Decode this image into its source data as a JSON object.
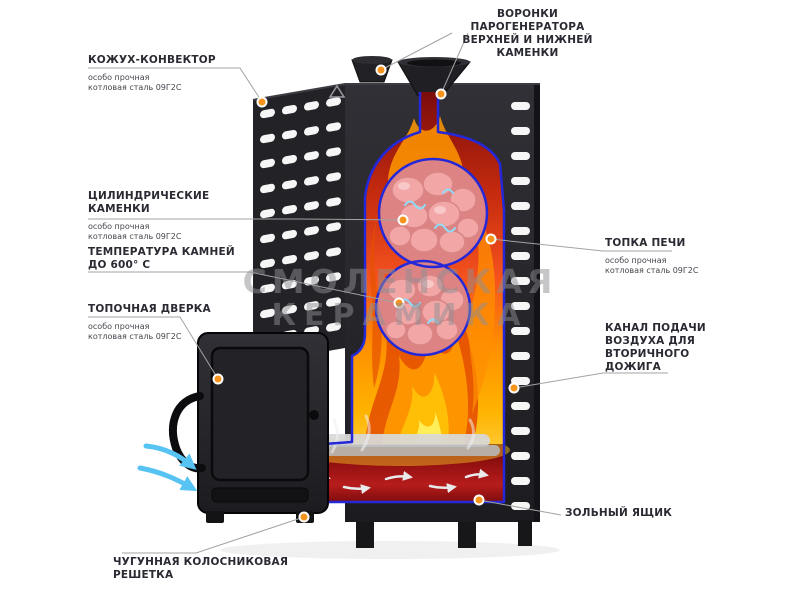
{
  "watermark": {
    "line1": "СМОЛЕНСКАЯ",
    "line2": "КЕРАМИКА"
  },
  "labels": {
    "funnels": {
      "line1": "ВОРОНКИ ПАРОГЕНЕРАТОРА",
      "line2": "ВЕРХНЕЙ И НИЖНЕЙ КАМЕНКИ"
    },
    "casing": {
      "title": "КОЖУХ-КОНВЕКТОР",
      "sub1": "особо прочная",
      "sub2": "котловая сталь 09Г2С"
    },
    "stones": {
      "title1": "ЦИЛИНДРИЧЕСКИЕ",
      "title2": "КАМЕНКИ",
      "sub1": "особо прочная",
      "sub2": "котловая сталь 09Г2С"
    },
    "temperature": {
      "line1": "ТЕМПЕРАТУРА КАМНЕЙ",
      "line2": "ДО 600° С"
    },
    "door": {
      "title": "ТОПОЧНАЯ ДВЕРКА",
      "sub1": "особо прочная",
      "sub2": "котловая сталь 09Г2С"
    },
    "firebox": {
      "title": "ТОПКА ПЕЧИ",
      "sub1": "особо прочная",
      "sub2": "котловая сталь 09Г2С"
    },
    "air_channel": {
      "line1": "КАНАЛ ПОДАЧИ",
      "line2": "ВОЗДУХА ДЛЯ",
      "line3": "ВТОРИЧНОГО",
      "line4": "ДОЖИГА"
    },
    "ash_box": {
      "title": "ЗОЛЬНЫЙ ЯЩИК"
    },
    "grate": {
      "line1": "ЧУГУННАЯ КОЛОСНИКОВАЯ",
      "line2": "РЕШЕТКА"
    }
  },
  "colors": {
    "accent_orange": "#f7941d",
    "outline_blue": "#2428d8",
    "air_blue": "#56c3f2",
    "stone_pink": "#f2a6a6",
    "leader_gray": "#a3a3a3",
    "steel_dark": "#232327",
    "ember_red": "#9b0d0d",
    "flame_orange": "#ff8f00"
  }
}
